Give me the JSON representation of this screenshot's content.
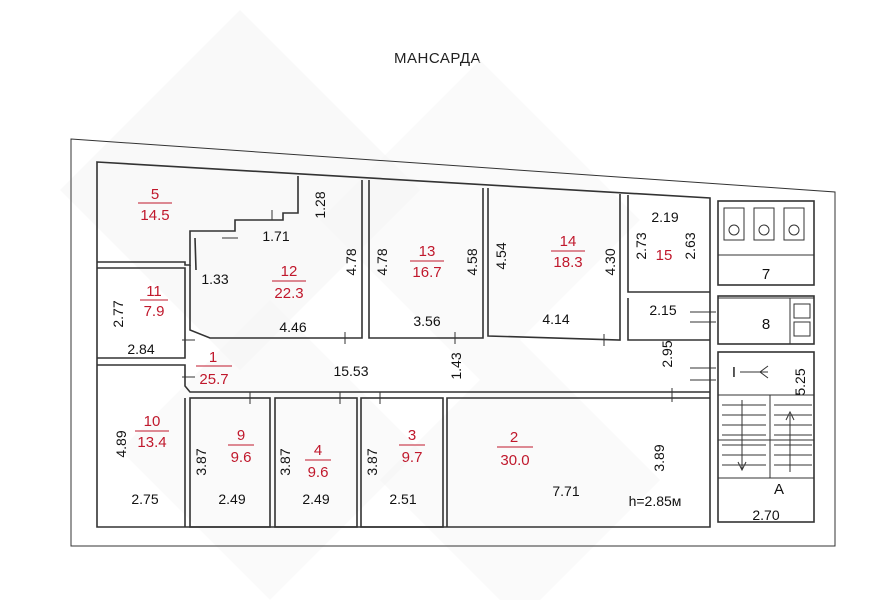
{
  "title": "МАНСАРДА",
  "height_note": "h=2.85м",
  "rooms": [
    {
      "num": "5",
      "area": "14.5"
    },
    {
      "num": "12",
      "area": "22.3"
    },
    {
      "num": "13",
      "area": "16.7"
    },
    {
      "num": "14",
      "area": "18.3"
    },
    {
      "num": "15",
      "area": ""
    },
    {
      "num": "11",
      "area": "7.9"
    },
    {
      "num": "1",
      "area": "25.7"
    },
    {
      "num": "10",
      "area": "13.4"
    },
    {
      "num": "9",
      "area": "9.6"
    },
    {
      "num": "4",
      "area": "9.6"
    },
    {
      "num": "3",
      "area": "9.7"
    },
    {
      "num": "2",
      "area": "30.0"
    }
  ],
  "stair_labels": {
    "up": "7",
    "wc": "8",
    "roman": "I",
    "a": "А"
  },
  "dimensions": {
    "d128": "1.28",
    "d171": "1.71",
    "d133": "1.33",
    "d478a": "4.78",
    "d446": "4.46",
    "d478b": "4.78",
    "d458": "4.58",
    "d356": "3.56",
    "d454": "4.54",
    "d430": "4.30",
    "d414": "4.14",
    "d219": "2.19",
    "d273": "2.73",
    "d263": "2.63",
    "d215": "2.15",
    "d277": "2.77",
    "d284": "2.84",
    "d1553": "15.53",
    "d143": "1.43",
    "d295": "2.95",
    "d525": "5.25",
    "d489": "4.89",
    "d275": "2.75",
    "d387a": "3.87",
    "d249a": "2.49",
    "d387b": "3.87",
    "d249b": "2.49",
    "d387c": "3.87",
    "d251": "2.51",
    "d389": "3.89",
    "d771": "7.71",
    "d270": "2.70"
  }
}
